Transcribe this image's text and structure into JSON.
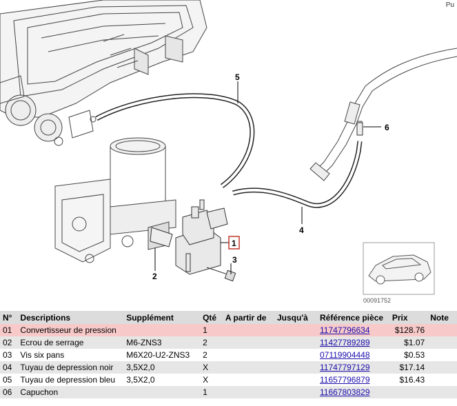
{
  "corner_label": "Pu",
  "diagram": {
    "callouts": [
      "1",
      "2",
      "3",
      "4",
      "5",
      "6"
    ],
    "thumbnail_id": "00091752"
  },
  "table": {
    "headers": {
      "no": "N°",
      "description": "Descriptions",
      "supplement": "Supplément",
      "qty": "Qté",
      "from": "A partir de",
      "to": "Jusqu'à",
      "reference": "Référence pièce",
      "price": "Prix",
      "note": "Note"
    },
    "rows": [
      {
        "no": "01",
        "description": "Convertisseur de pression",
        "supplement": "",
        "qty": "1",
        "from": "",
        "to": "",
        "reference": "11747796634",
        "price": "$128.76",
        "note": ""
      },
      {
        "no": "02",
        "description": "Ecrou de serrage",
        "supplement": "M6-ZNS3",
        "qty": "2",
        "from": "",
        "to": "",
        "reference": "11427789289",
        "price": "$1.07",
        "note": ""
      },
      {
        "no": "03",
        "description": "Vis six pans",
        "supplement": "M6X20-U2-ZNS3",
        "qty": "2",
        "from": "",
        "to": "",
        "reference": "07119904448",
        "price": "$0.53",
        "note": ""
      },
      {
        "no": "04",
        "description": "Tuyau de depression noir",
        "supplement": "3,5X2,0",
        "qty": "X",
        "from": "",
        "to": "",
        "reference": "11747797129",
        "price": "$17.14",
        "note": ""
      },
      {
        "no": "05",
        "description": "Tuyau de depression bleu",
        "supplement": "3,5X2,0",
        "qty": "X",
        "from": "",
        "to": "",
        "reference": "11657796879",
        "price": "$16.43",
        "note": ""
      },
      {
        "no": "06",
        "description": "Capuchon",
        "supplement": "",
        "qty": "1",
        "from": "",
        "to": "",
        "reference": "11667803829",
        "price": "",
        "note": ""
      }
    ],
    "selected_row": "01"
  },
  "colors": {
    "selected_row": "#f7c9c9",
    "header_bg": "#dcdcdc",
    "alt_row": "#e6e6e6",
    "link": "#1a0dab",
    "callout_box": "#c0392b"
  }
}
